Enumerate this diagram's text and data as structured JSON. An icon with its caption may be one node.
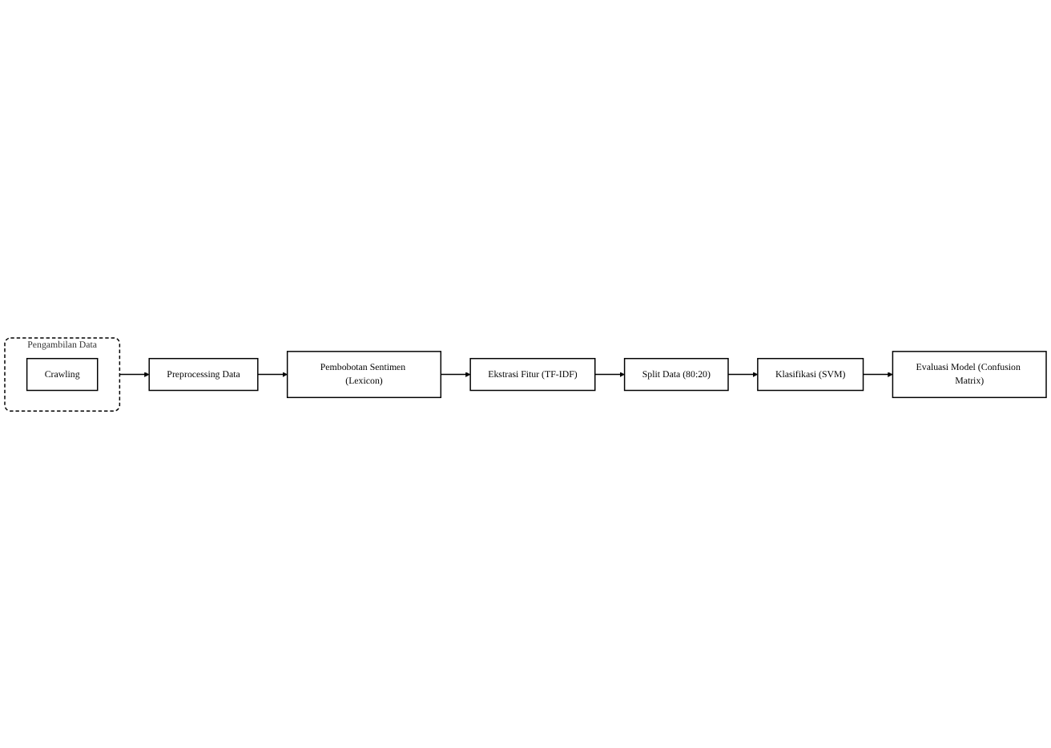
{
  "diagram": {
    "nodes": [
      {
        "text": [
          "Pengambilan Data"
        ]
      },
      {
        "text": [
          "Crawling"
        ],
        "in": 0
      },
      {
        "text": [
          "Preprocessing Data"
        ]
      },
      {
        "text": [
          "Pembobotan Sentimen (Lexicon)"
        ]
      },
      {
        "text": [
          "Ekstrasi Fitur (TF-IDF)"
        ]
      },
      {
        "text": [
          "Split Data (80:20)"
        ]
      },
      {
        "text": [
          "Klasifikasi (SVM)"
        ]
      },
      {
        "text": [
          "Evaluasi Model (Confusion Matrix)"
        ]
      }
    ],
    "edges": [
      {
        "from": 0,
        "to": 2,
        "arrow": "to"
      },
      {
        "from": 2,
        "to": 3,
        "arrow": "to"
      },
      {
        "from": 3,
        "to": 4,
        "arrow": "to"
      },
      {
        "from": 4,
        "to": 5,
        "arrow": "to"
      },
      {
        "from": 5,
        "to": 6,
        "arrow": "to"
      },
      {
        "from": 6,
        "to": 7,
        "arrow": "to"
      }
    ]
  }
}
